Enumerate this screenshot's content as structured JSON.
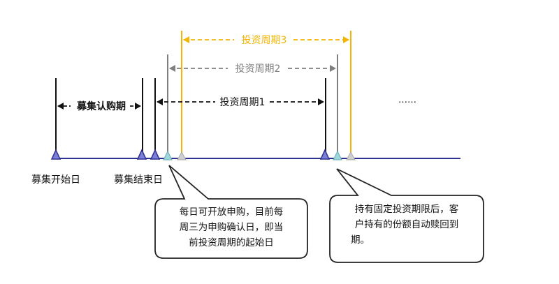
{
  "labels": {
    "subscription_period": "募集认购期",
    "start_date": "募集开始日",
    "end_date": "募集结束日",
    "cycle_1": "投资周期1",
    "cycle_2": "投资周期2",
    "cycle_3": "投资周期3",
    "ellipsis": "……"
  },
  "callouts": {
    "left": {
      "line1": "每日可开放申购，目前每",
      "line2": "周三为申购确认日，即当",
      "line3": "前投资周期的起始日"
    },
    "right": {
      "line1": "持有固定投资期限后，客",
      "line2": "户持有的份额自动赎回到",
      "line3": "期。"
    }
  },
  "colors": {
    "timeline": "#2e3192",
    "marker_purple": "#7b7fd6",
    "marker_teal": "#9ed8dc",
    "marker_gray": "#cfcfcf",
    "cycle_1": "#111111",
    "cycle_2": "#7f7f7f",
    "cycle_3": "#f5b400"
  }
}
